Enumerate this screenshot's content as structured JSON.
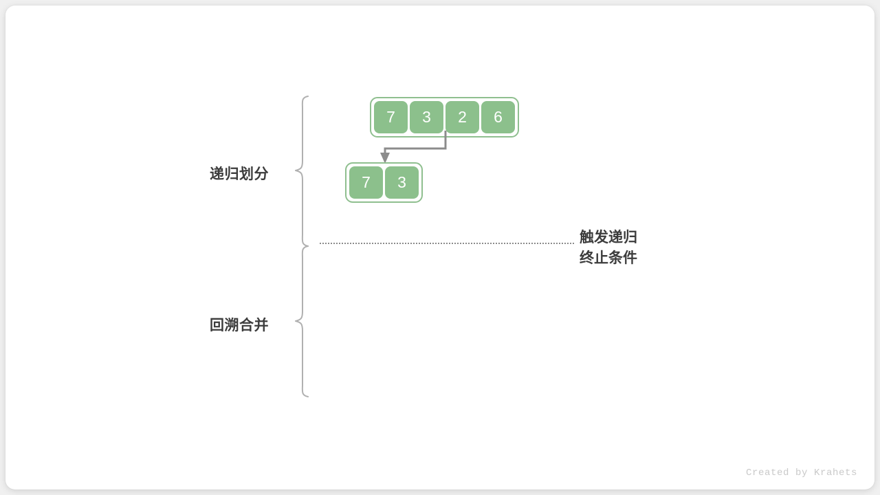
{
  "canvas": {
    "background": "#f0f0f0",
    "card_background": "#ffffff"
  },
  "colors": {
    "cell_fill": "#8cc08c",
    "cell_border": "#8fbf8f",
    "cell_text": "#ffffff",
    "label_text": "#3c3c3c",
    "brace": "#b0b0b0",
    "arrow": "#8c8c8c",
    "divider": "#8a8a8a",
    "credit_text": "#c9c9c9"
  },
  "sections": [
    {
      "label": "递归划分"
    },
    {
      "label": "回溯合并"
    }
  ],
  "arrays": [
    {
      "name": "root-array",
      "values": [
        "7",
        "3",
        "2",
        "6"
      ]
    },
    {
      "name": "left-subarray",
      "values": [
        "7",
        "3"
      ]
    }
  ],
  "annotation": {
    "line1": "触发递归",
    "line2": "终止条件"
  },
  "credit": "Created by Krahets"
}
